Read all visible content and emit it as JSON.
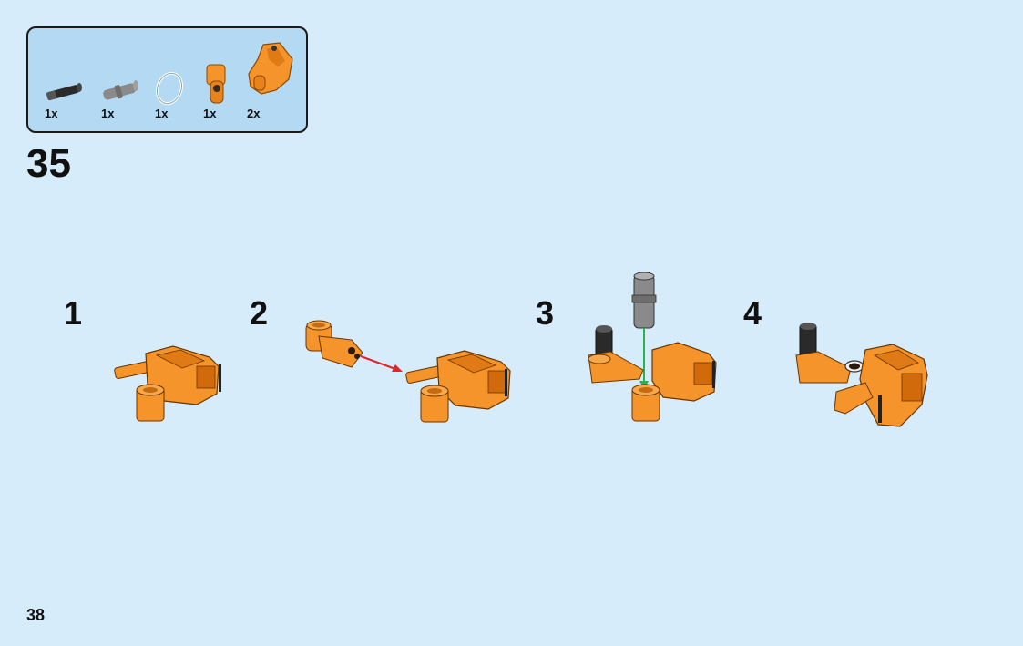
{
  "parts_list": {
    "items": [
      {
        "icon": "black-friction-pin-icon",
        "qty": "1x"
      },
      {
        "icon": "gray-axle-pin-icon",
        "qty": "1x"
      },
      {
        "icon": "rubber-band-icon",
        "qty": "1x"
      },
      {
        "icon": "orange-connector-icon",
        "qty": "1x"
      },
      {
        "icon": "orange-shell-piece-icon",
        "qty": "2x"
      }
    ]
  },
  "step": {
    "number": "35"
  },
  "substeps": [
    {
      "number": "1"
    },
    {
      "number": "2"
    },
    {
      "number": "3"
    },
    {
      "number": "4"
    }
  ],
  "page": {
    "number": "38"
  },
  "colors": {
    "background": "#d6ecfa",
    "parts_box": "#b4d9f3",
    "orange": "#f4942a",
    "orange_dark": "#c46a10",
    "arrow_red": "#e0262a",
    "arrow_green": "#2bb24c"
  }
}
